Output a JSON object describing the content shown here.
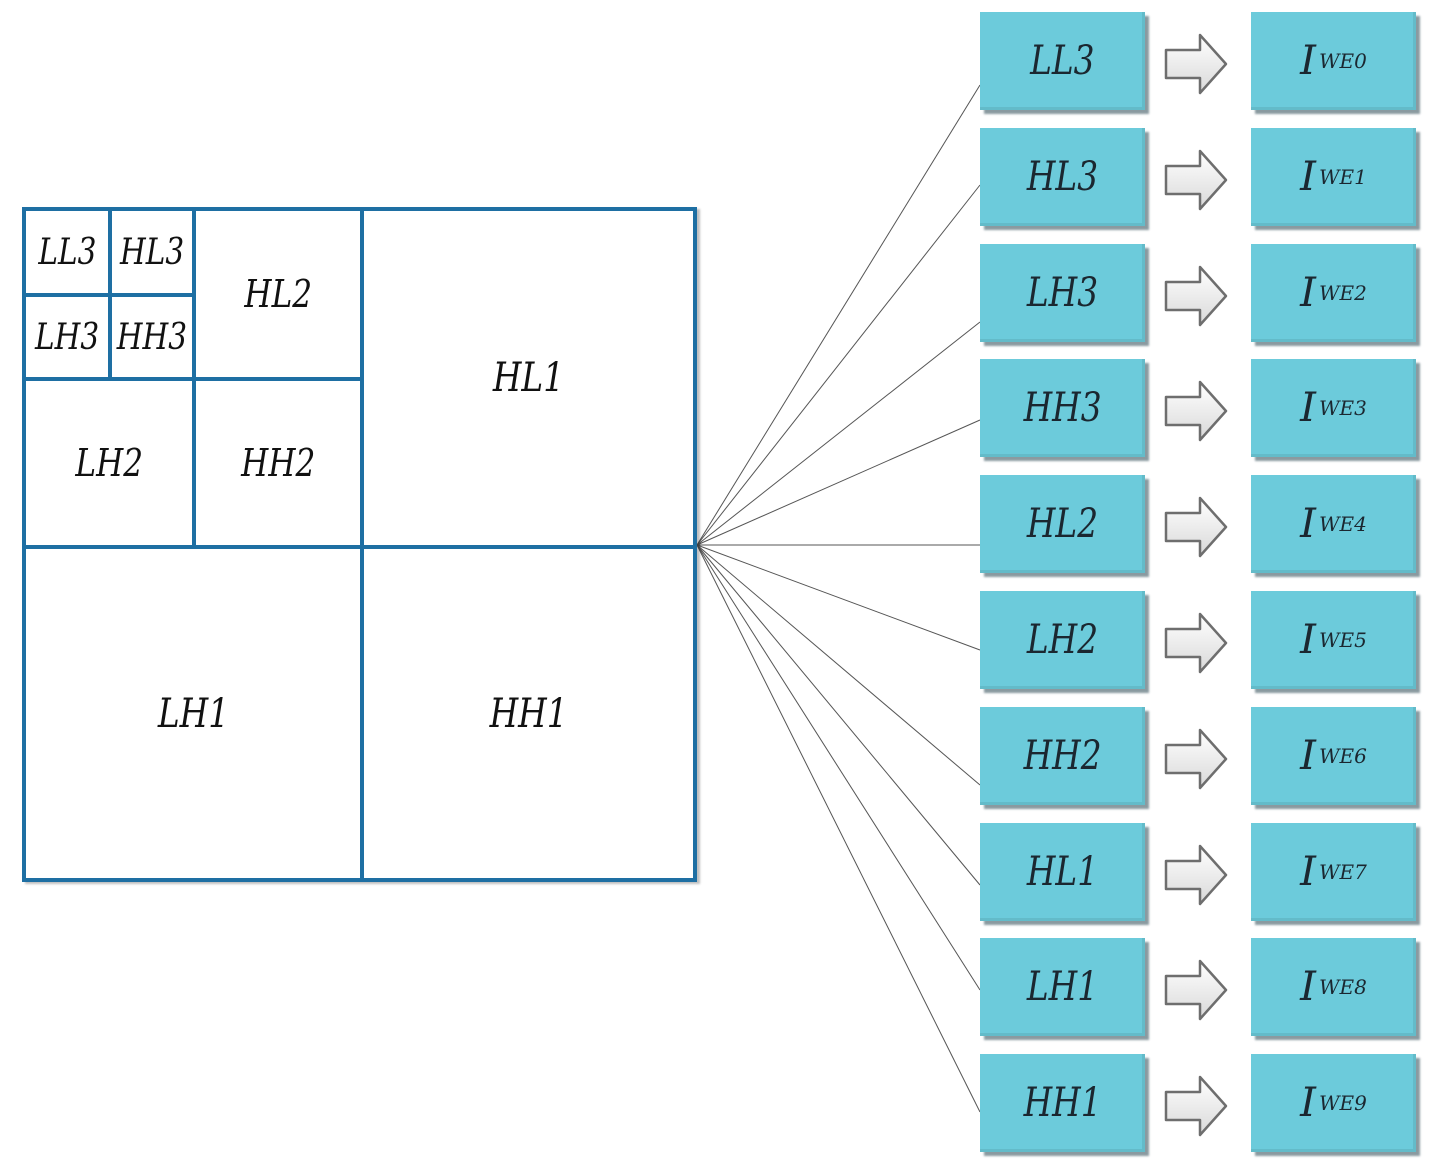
{
  "grid": {
    "ll3": "LL3",
    "hl3": "HL3",
    "lh3": "LH3",
    "hh3": "HH3",
    "hl2": "HL2",
    "lh2": "LH2",
    "hh2": "HH2",
    "hl1": "HL1",
    "lh1": "LH1",
    "hh1": "HH1"
  },
  "rows": [
    {
      "band": "LL3",
      "out_main": "I",
      "out_sub": "WE0"
    },
    {
      "band": "HL3",
      "out_main": "I",
      "out_sub": "WE1"
    },
    {
      "band": "LH3",
      "out_main": "I",
      "out_sub": "WE2"
    },
    {
      "band": "HH3",
      "out_main": "I",
      "out_sub": "WE3"
    },
    {
      "band": "HL2",
      "out_main": "I",
      "out_sub": "WE4"
    },
    {
      "band": "LH2",
      "out_main": "I",
      "out_sub": "WE5"
    },
    {
      "band": "HH2",
      "out_main": "I",
      "out_sub": "WE6"
    },
    {
      "band": "HL1",
      "out_main": "I",
      "out_sub": "WE7"
    },
    {
      "band": "LH1",
      "out_main": "I",
      "out_sub": "WE8"
    },
    {
      "band": "HH1",
      "out_main": "I",
      "out_sub": "WE9"
    }
  ],
  "colors": {
    "grid_border": "#1e6fa3",
    "box_fill": "#6ccbdb",
    "connector": "#555555"
  }
}
